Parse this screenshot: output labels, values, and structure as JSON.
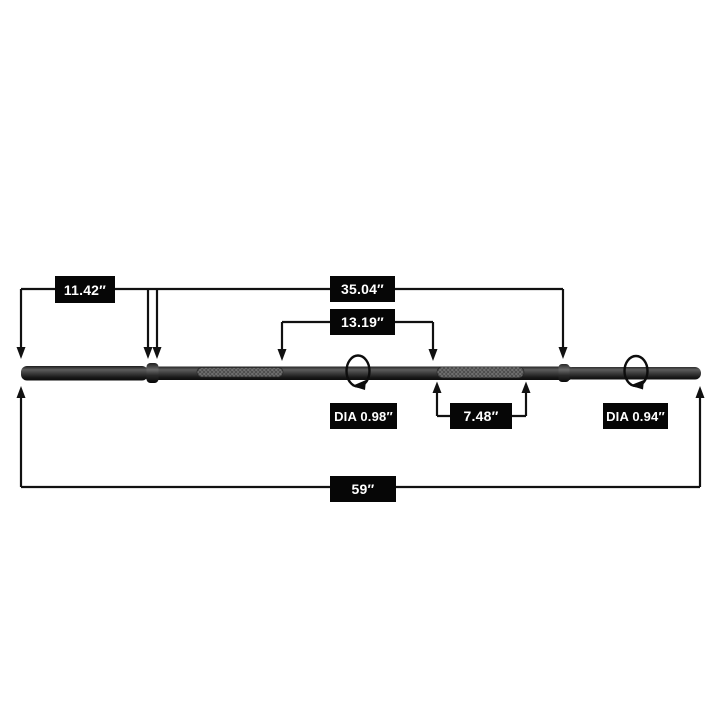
{
  "diagram": {
    "subject": "barbell-dimension-diagram",
    "unit": "inches",
    "measurements": {
      "left_sleeve_length": {
        "label": "11.42″"
      },
      "collar_to_collar": {
        "label": "35.04″"
      },
      "left_smooth_span": {
        "label": "13.19″"
      },
      "shaft_diameter": {
        "label": "DIA 0.98″"
      },
      "center_knurl_length": {
        "label": "7.48″"
      },
      "sleeve_diameter": {
        "label": "DIA 0.94″"
      },
      "total_length": {
        "label": "59″"
      }
    },
    "colors": {
      "background": "#ffffff",
      "label_background": "#060606",
      "label_text": "#ffffff",
      "dimension_line": "#111111",
      "bar_dark": "#101010",
      "knurl_gray": "#707070"
    }
  }
}
